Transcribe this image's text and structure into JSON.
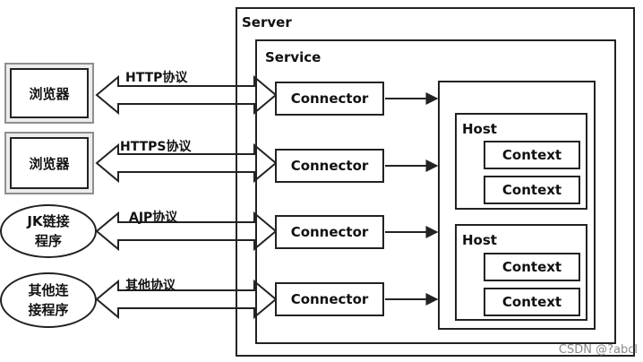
{
  "server_label": "Server",
  "service_label": "Service",
  "clients": [
    {
      "label": "浏览器",
      "protocol": "HTTP协议"
    },
    {
      "label": "浏览器",
      "protocol": "HTTPS协议"
    },
    {
      "label_line1": "JK链接",
      "label_line2": "程序",
      "protocol": "AJP协议"
    },
    {
      "label_line1": "其他连",
      "label_line2": "接程序",
      "protocol": "其他协议"
    }
  ],
  "connector_label": "Connector",
  "hosts": [
    {
      "label": "Host",
      "contexts": [
        "Context",
        "Context"
      ]
    },
    {
      "label": "Host",
      "contexts": [
        "Context",
        "Context"
      ]
    }
  ],
  "watermark": "CSDN @?abcl"
}
